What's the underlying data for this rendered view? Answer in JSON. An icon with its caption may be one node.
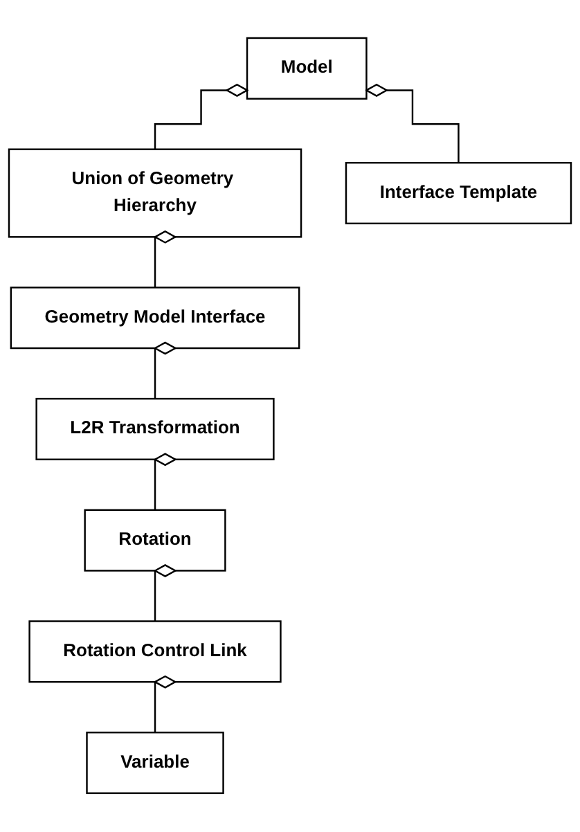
{
  "diagram": {
    "nodes": [
      {
        "text": [
          "Model"
        ]
      },
      {
        "text": [
          "Union of Geometry Hierarchy"
        ]
      },
      {
        "text": [
          "Interface Template"
        ]
      },
      {
        "text": [
          "Geometry Model Interface"
        ]
      },
      {
        "text": [
          "L2R Transformation"
        ]
      },
      {
        "text": [
          "Rotation"
        ]
      },
      {
        "text": [
          "Rotation Control Link"
        ]
      },
      {
        "text": [
          "Variable"
        ]
      }
    ],
    "edges": [
      {
        "from": 0,
        "to": 1,
        "arrow": "other"
      },
      {
        "from": 0,
        "to": 2,
        "arrow": "other"
      },
      {
        "from": 1,
        "to": 3,
        "arrow": "other"
      },
      {
        "from": 3,
        "to": 4,
        "arrow": "other"
      },
      {
        "from": 4,
        "to": 5,
        "arrow": "other"
      },
      {
        "from": 5,
        "to": 6,
        "arrow": "other"
      },
      {
        "from": 6,
        "to": 7,
        "arrow": "other"
      }
    ]
  }
}
